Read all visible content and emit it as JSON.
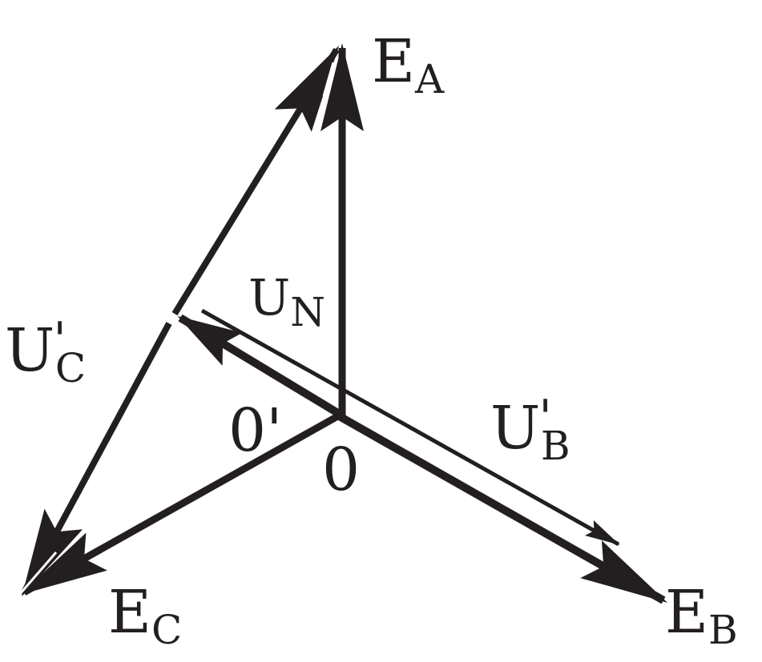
{
  "colors": {
    "ink": "#231f20",
    "background": "#ffffff"
  },
  "vectors": {
    "ea": {
      "main": "E",
      "sub": "A"
    },
    "eb": {
      "main": "E",
      "sub": "B"
    },
    "ec": {
      "main": "E",
      "sub": "C"
    },
    "un": {
      "main": "U",
      "sub": "N"
    },
    "ub": {
      "main": "U",
      "prime": "'",
      "sub": "B"
    },
    "uc": {
      "main": "U",
      "prime": "'",
      "sub": "C"
    }
  },
  "points": {
    "origin": "0",
    "shifted": "0'"
  }
}
